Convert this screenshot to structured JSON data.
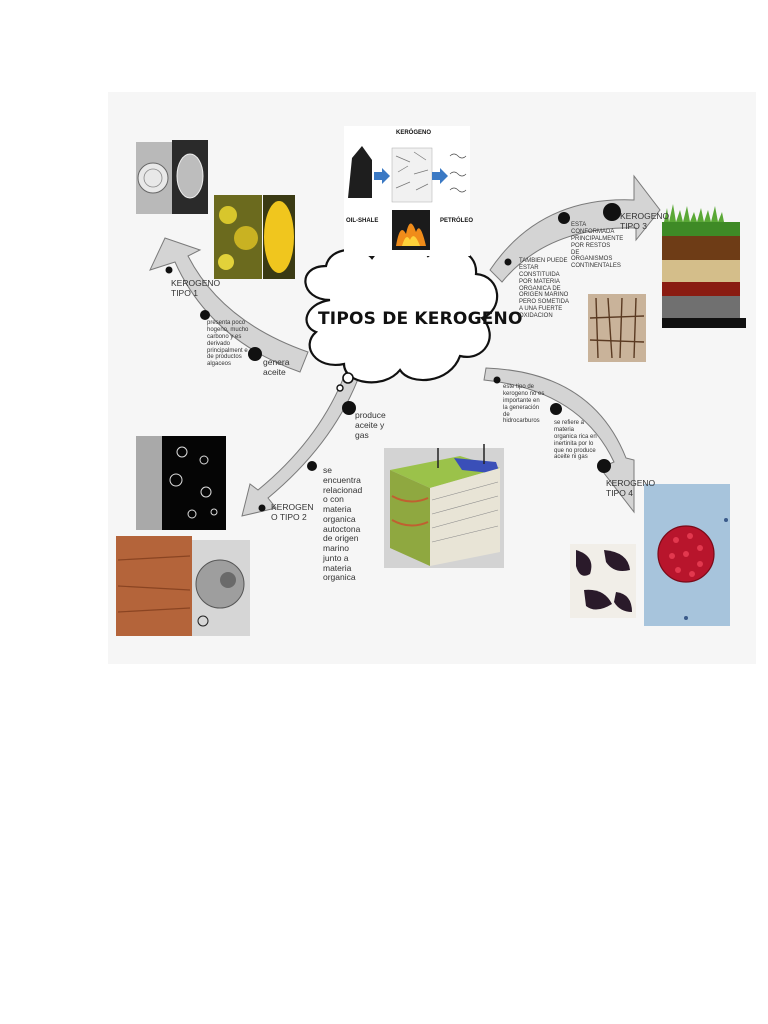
{
  "diagram": {
    "title": "TIPOS DE KEROGENO",
    "branches": {
      "tipo1": {
        "label": "KEROGENO TIPO 1",
        "notes": [
          "presenta poco hogeno, mucho carbono y es derivado principalment e de productos algaceos",
          "genera aceite"
        ]
      },
      "tipo2": {
        "label": "KEROGEN O TIPO 2",
        "notes": [
          "produce aceite y gas",
          "se encuentra relacionad o con materia organica autoctona de origen marino junto a materia organica"
        ]
      },
      "tipo3": {
        "label": "KEROGENO TIPO 3",
        "notes": [
          "ESTA CONFORMADA PRINCIPALMENTE POR RESTOS DE ORGANISMOS CONTINENTALES",
          "TAMBIEN PUEDE ESTAR CONSTITUIDA POR MATERIA ORGANICA DE ORIGEN MARINO PERO SOMETIDA A UNA FUERTE OXIDACION"
        ]
      },
      "tipo4": {
        "label": "KEROGENO TIPO 4",
        "notes": [
          "este tipo de kerogeno no es importante en la generación de hidrocarburos",
          "se refiere a materia organica rica en inertinita por lo que no produce aceite ni gas"
        ]
      }
    },
    "process_figure": {
      "kerogen": "KERÓGENO",
      "oil_shale": "OIL-SHALE",
      "petroleo": "PETRÓLEO"
    }
  },
  "colors": {
    "arrow_fill": "#d4d4d4",
    "arrow_stroke": "#7a7a7a",
    "bullet": "#111111"
  }
}
